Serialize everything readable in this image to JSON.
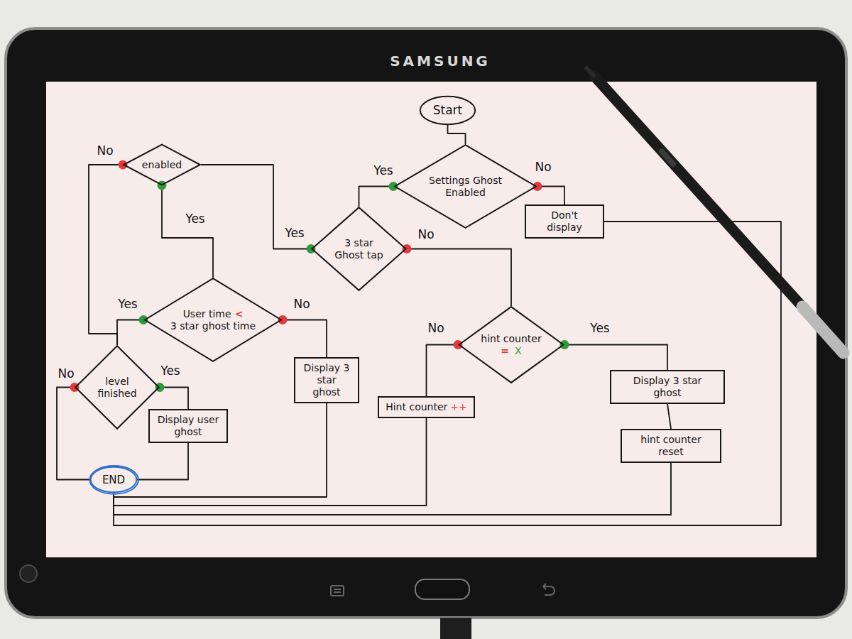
{
  "diagram": {
    "nodes": [
      {
        "text": [
          "Start"
        ]
      },
      {
        "text": [
          "enabled"
        ]
      },
      {
        "text": [
          "Settings Ghost Enabled"
        ]
      },
      {
        "text": [
          "Don't display"
        ]
      },
      {
        "text": [
          "3 star Ghost tap"
        ]
      },
      {
        "text": [
          "User time",
          "<",
          "3 star ghost time"
        ]
      },
      {
        "text": [
          "hint counter",
          "=",
          "X"
        ]
      },
      {
        "text": [
          "level finished"
        ]
      },
      {
        "text": [
          "Display 3 star ghost"
        ]
      },
      {
        "text": [
          "Display 3 star ghost"
        ]
      },
      {
        "text": [
          "Hint counter",
          "++"
        ]
      },
      {
        "text": [
          "Display user ghost"
        ]
      },
      {
        "text": [
          "hint counter reset"
        ]
      },
      {
        "text": [
          "END"
        ]
      }
    ],
    "edges": [
      {
        "from": 0,
        "to": 2,
        "arrow": "none"
      },
      {
        "from": 2,
        "to": 4,
        "label": "Yes",
        "arrow": "none"
      },
      {
        "from": 2,
        "to": 3,
        "label": "No",
        "arrow": "none"
      },
      {
        "from": 4,
        "to": 1,
        "label": "Yes",
        "arrow": "none"
      },
      {
        "from": 4,
        "to": 6,
        "label": "No",
        "arrow": "none"
      },
      {
        "from": 1,
        "to": 7,
        "label": "No",
        "arrow": "none"
      },
      {
        "from": 1,
        "to": 5,
        "label": "Yes",
        "arrow": "none"
      },
      {
        "from": 5,
        "to": 7,
        "label": "Yes",
        "arrow": "none"
      },
      {
        "from": 5,
        "to": 8,
        "label": "No",
        "arrow": "none"
      },
      {
        "from": 7,
        "to": 13,
        "label": "No",
        "arrow": "none"
      },
      {
        "from": 7,
        "to": 11,
        "label": "Yes",
        "arrow": "none"
      },
      {
        "from": 6,
        "to": 10,
        "label": "No",
        "arrow": "none"
      },
      {
        "from": 6,
        "to": 9,
        "label": "Yes",
        "arrow": "none"
      },
      {
        "from": 11,
        "to": 13,
        "arrow": "none"
      },
      {
        "from": 8,
        "to": 13,
        "arrow": "none"
      },
      {
        "from": 10,
        "to": 13,
        "arrow": "none"
      },
      {
        "from": 9,
        "to": 12,
        "arrow": "none"
      },
      {
        "from": 12,
        "to": 13,
        "arrow": "none"
      },
      {
        "from": 3,
        "to": 13,
        "arrow": "none"
      }
    ],
    "labels": [
      "SAMSUNG"
    ]
  }
}
